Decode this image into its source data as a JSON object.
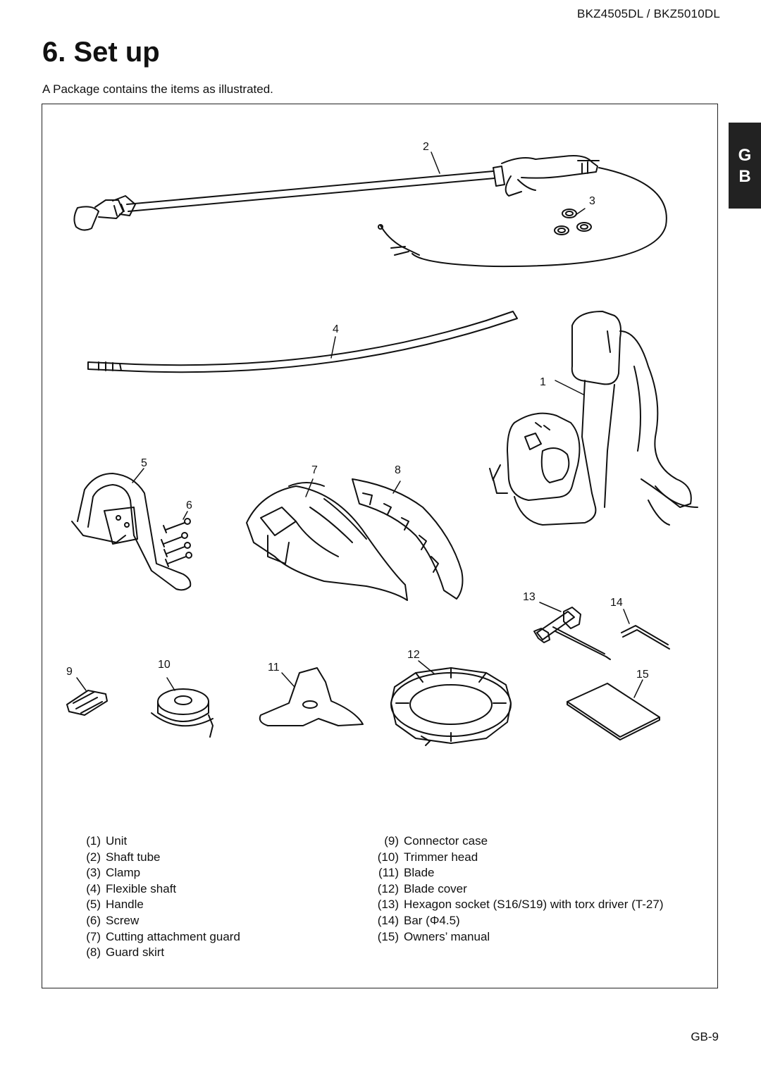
{
  "header": {
    "model": "BKZ4505DL / BKZ5010DL"
  },
  "title": "6. Set up",
  "intro": "A Package contains the items as illustrated.",
  "lang_tab": {
    "line1": "G",
    "line2": "B"
  },
  "callouts": [
    "1",
    "2",
    "3",
    "4",
    "5",
    "6",
    "7",
    "8",
    "9",
    "10",
    "11",
    "12",
    "13",
    "14",
    "15"
  ],
  "legend_left": [
    {
      "num": "(1)",
      "label": "Unit"
    },
    {
      "num": "(2)",
      "label": "Shaft tube"
    },
    {
      "num": "(3)",
      "label": "Clamp"
    },
    {
      "num": "(4)",
      "label": "Flexible shaft"
    },
    {
      "num": "(5)",
      "label": "Handle"
    },
    {
      "num": "(6)",
      "label": "Screw"
    },
    {
      "num": "(7)",
      "label": "Cutting attachment guard"
    },
    {
      "num": "(8)",
      "label": "Guard skirt"
    }
  ],
  "legend_right": [
    {
      "num": "(9)",
      "label": "Connector case"
    },
    {
      "num": "(10)",
      "label": "Trimmer head"
    },
    {
      "num": "(11)",
      "label": "Blade"
    },
    {
      "num": "(12)",
      "label": "Blade cover"
    },
    {
      "num": "(13)",
      "label": "Hexagon socket (S16/S19) with torx driver (T-27)"
    },
    {
      "num": "(14)",
      "label": "Bar (Φ4.5)"
    },
    {
      "num": "(15)",
      "label": "Owners’ manual"
    }
  ],
  "footer": {
    "page": "GB-9"
  }
}
